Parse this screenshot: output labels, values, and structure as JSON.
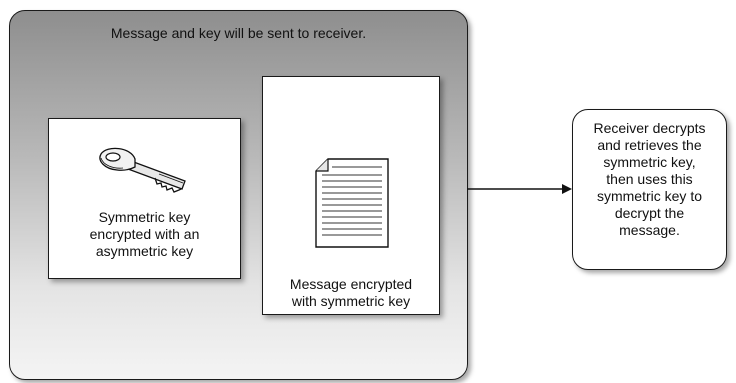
{
  "envelope": {
    "caption": "Message and key will be sent to receiver."
  },
  "key_card": {
    "icon": "key-icon",
    "lines": [
      "Symmetric key",
      "encrypted with an",
      "asymmetric key"
    ]
  },
  "message_card": {
    "icon": "document-icon",
    "lines": [
      "Message encrypted",
      "with symmetric key"
    ]
  },
  "receiver": {
    "lines": [
      "Receiver decrypts",
      "and retrieves the",
      "symmetric key,",
      "then uses this",
      "symmetric key to",
      "decrypt the",
      "message."
    ]
  }
}
